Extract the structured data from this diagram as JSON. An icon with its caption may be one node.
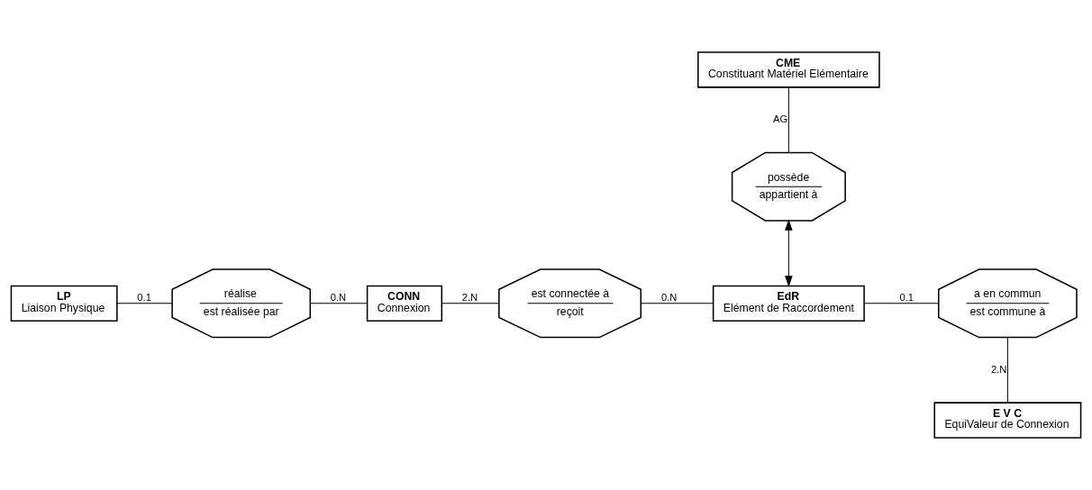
{
  "diagram": {
    "nodes": [
      {
        "text": [
          "CME",
          "Constituant Matériel Elémentaire"
        ]
      },
      {
        "text": [
          "possède",
          "appartient à"
        ]
      },
      {
        "text": [
          "LP",
          "Liaison Physique"
        ]
      },
      {
        "text": [
          "réalise",
          "est réalisée par"
        ]
      },
      {
        "text": [
          "CONN",
          "Connexion"
        ]
      },
      {
        "text": [
          "est connectée à",
          "reçoit"
        ]
      },
      {
        "text": [
          "EdR",
          "Elément de Raccordement"
        ]
      },
      {
        "text": [
          "a en commun",
          "est commune à"
        ]
      },
      {
        "text": [
          "E V C",
          "EquiValeur de Connexion"
        ]
      }
    ],
    "edges": [
      {
        "from": 0,
        "to": 1,
        "arrow": "none",
        "label": "AG"
      },
      {
        "from": 1,
        "to": 6,
        "arrow": "both"
      },
      {
        "from": 2,
        "to": 3,
        "arrow": "none",
        "label": "0.1"
      },
      {
        "from": 3,
        "to": 4,
        "arrow": "none",
        "label": "0.N"
      },
      {
        "from": 4,
        "to": 5,
        "arrow": "none",
        "label": "2.N"
      },
      {
        "from": 5,
        "to": 6,
        "arrow": "none",
        "label": "0.N"
      },
      {
        "from": 6,
        "to": 7,
        "arrow": "none",
        "label": "0.1"
      },
      {
        "from": 7,
        "to": 8,
        "arrow": "none",
        "label": "2.N"
      }
    ]
  }
}
